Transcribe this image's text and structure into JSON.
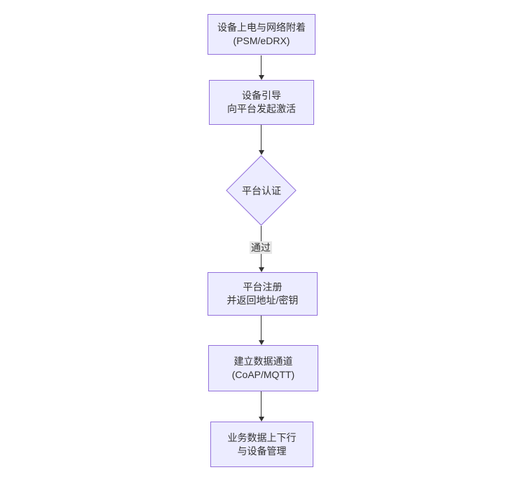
{
  "flow": {
    "direction": "top-down",
    "nodes": [
      {
        "id": "power-on",
        "shape": "rect",
        "lines": [
          "设备上电与网络附着",
          "(PSM/eDRX)"
        ]
      },
      {
        "id": "boot",
        "shape": "rect",
        "lines": [
          "设备引导",
          "向平台发起激活"
        ]
      },
      {
        "id": "auth",
        "shape": "diamond",
        "lines": [
          "平台认证"
        ]
      },
      {
        "id": "register",
        "shape": "rect",
        "lines": [
          "平台注册",
          "并返回地址/密钥"
        ]
      },
      {
        "id": "channel",
        "shape": "rect",
        "lines": [
          "建立数据通道",
          "(CoAP/MQTT)"
        ]
      },
      {
        "id": "business",
        "shape": "rect",
        "lines": [
          "业务数据上下行",
          "与设备管理"
        ]
      }
    ],
    "edges": [
      {
        "from": "power-on",
        "to": "boot",
        "label": ""
      },
      {
        "from": "boot",
        "to": "auth",
        "label": ""
      },
      {
        "from": "auth",
        "to": "register",
        "label": "通过"
      },
      {
        "from": "register",
        "to": "channel",
        "label": ""
      },
      {
        "from": "channel",
        "to": "business",
        "label": ""
      }
    ]
  },
  "colors": {
    "background": "#ffffff",
    "node_fill": "#ECECFF",
    "node_border": "#9370DB",
    "arrow": "#333333",
    "edge_label_bg": "#e8e8e8",
    "text": "#333333"
  }
}
